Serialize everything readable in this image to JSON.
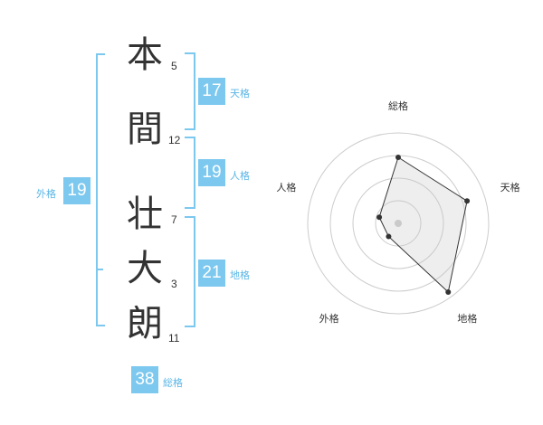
{
  "name": {
    "characters": [
      {
        "char": "本",
        "strokes": "5"
      },
      {
        "char": "間",
        "strokes": "12"
      },
      {
        "char": "壮",
        "strokes": "7"
      },
      {
        "char": "大",
        "strokes": "3"
      },
      {
        "char": "朗",
        "strokes": "11"
      }
    ]
  },
  "fortunes": {
    "tenkaku": {
      "value": "17",
      "label": "天格"
    },
    "jinkaku": {
      "value": "19",
      "label": "人格"
    },
    "chikaku": {
      "value": "21",
      "label": "地格"
    },
    "gaikaku": {
      "value": "19",
      "label": "外格"
    },
    "soukaku": {
      "value": "38",
      "label": "総格"
    }
  },
  "colors": {
    "accent": "#7dc8ef",
    "accent_text": "#5ab6e6",
    "text": "#333333"
  },
  "chart_data": {
    "type": "radar",
    "axes": [
      "総格",
      "天格",
      "地格",
      "外格",
      "人格"
    ],
    "values": [
      0.73,
      0.8,
      0.94,
      0.18,
      0.22
    ],
    "rings": 4
  }
}
